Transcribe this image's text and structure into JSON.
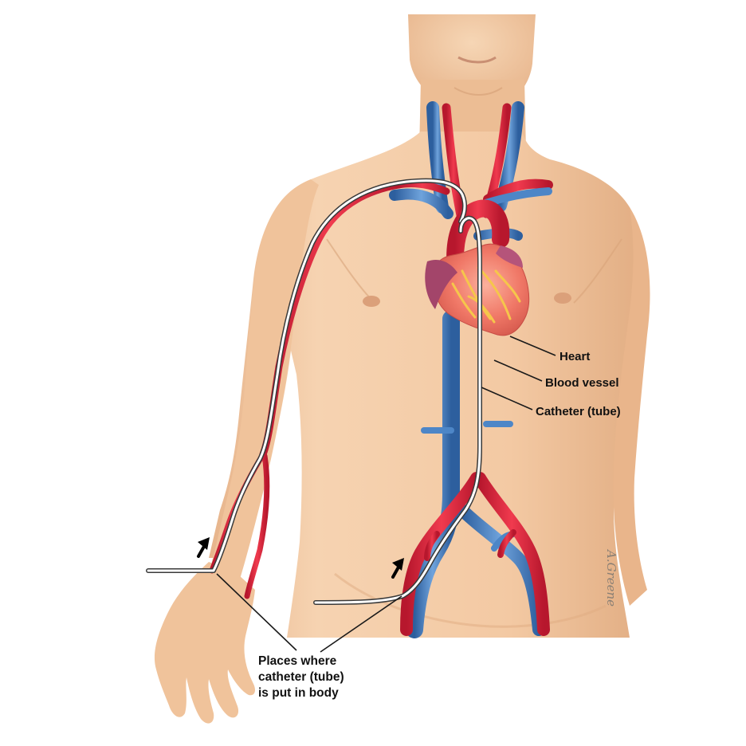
{
  "labels": {
    "heart": "Heart",
    "blood_vessel": "Blood vessel",
    "catheter": "Catheter (tube)",
    "entry_line1": "Places where",
    "entry_line2": "catheter (tube)",
    "entry_line3": "is put in body"
  },
  "signature": "A.Greene",
  "colors": {
    "skin": "#f3cba5",
    "skin_shadow": "#dfae85",
    "artery": "#e8293f",
    "vein": "#4d86c7",
    "heart": "#f07867",
    "heart_dark": "#a63a5c",
    "catheter": "#ffffff",
    "background": "#ffffff"
  }
}
